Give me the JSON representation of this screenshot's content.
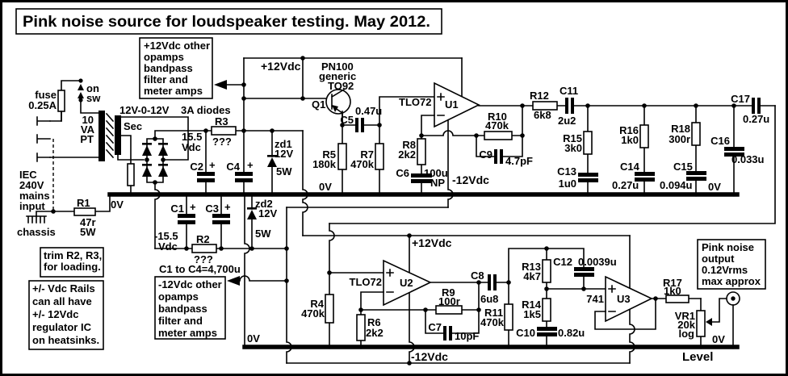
{
  "title": "Pink noise source for loudspeaker testing. May 2012.",
  "plus_mark": "+",
  "boxes": {
    "supply_pos": [
      "+12Vdc other",
      "opamps",
      "bandpass",
      "filter and",
      "meter amps"
    ],
    "supply_neg": [
      "-12Vdc other",
      "opamps",
      "bandpass",
      "filter and",
      "meter amps"
    ],
    "trim": [
      "trim R2, R3,",
      "for loading."
    ],
    "rails_note": [
      "+/- Vdc Rails",
      "can all have",
      "+/- 12Vdc",
      "regulator IC",
      "on heatsinks."
    ],
    "output_note": [
      "Pink noise",
      "output",
      "0.12Vrms",
      "max approx"
    ]
  },
  "power": {
    "fuse": "fuse",
    "fuse_rating": "0.25A",
    "sw_on": "on",
    "sw": "sw",
    "tx": [
      "10",
      "VA",
      "PT"
    ],
    "sec": "Sec",
    "winding": "12V-0-12V",
    "diodes": "3A diodes",
    "v_pos": [
      "15.5",
      "Vdc"
    ],
    "v_neg": [
      "-15.5",
      "Vdc"
    ],
    "iec": [
      "IEC",
      "240V",
      "mains",
      "input"
    ],
    "chassis": "chassis",
    "cap_note": "C1 to C4=4,700u"
  },
  "nets": {
    "p12_top": "+12Vdc",
    "p12_bot": "+12Vdc",
    "n12_u1": "-12Vdc",
    "n12_bot": "-12Vdc",
    "ov_left": "0V",
    "ov_mid": "0V",
    "ov_right": "0V",
    "ov_bot_left": "0V",
    "ov_bot_right": "0V",
    "level": "Level"
  },
  "components": {
    "r1": {
      "ref": "R1",
      "val": "47r",
      "extra": "5W"
    },
    "r2": {
      "ref": "R2",
      "val": "???"
    },
    "r3": {
      "ref": "R3",
      "val": "???"
    },
    "r4": {
      "ref": "R4",
      "val": "470k"
    },
    "r5": {
      "ref": "R5",
      "val": "180k"
    },
    "r6": {
      "ref": "R6",
      "val": "2k2"
    },
    "r7": {
      "ref": "R7",
      "val": "470k"
    },
    "r8": {
      "ref": "R8",
      "val": "2k2"
    },
    "r9": {
      "ref": "R9",
      "val": "100r"
    },
    "r10": {
      "ref": "R10",
      "val": "470k"
    },
    "r11": {
      "ref": "R11",
      "val": "470k"
    },
    "r12": {
      "ref": "R12",
      "val": "6k8"
    },
    "r13": {
      "ref": "R13",
      "val": "4k7"
    },
    "r14": {
      "ref": "R14",
      "val": "1k5"
    },
    "r15": {
      "ref": "R15",
      "val": "3k0"
    },
    "r16": {
      "ref": "R16",
      "val": "1k0"
    },
    "r17": {
      "ref": "R17",
      "val": "1k0"
    },
    "r18": {
      "ref": "R18",
      "val": "300r"
    },
    "c1": {
      "ref": "C1"
    },
    "c2": {
      "ref": "C2"
    },
    "c3": {
      "ref": "C3"
    },
    "c4": {
      "ref": "C4"
    },
    "c5": {
      "ref": "C5",
      "val": "0.47u"
    },
    "c6": {
      "ref": "C6",
      "val": "100u",
      "extra": "NP"
    },
    "c7": {
      "ref": "C7",
      "val": "10pF"
    },
    "c8": {
      "ref": "C8",
      "val": "6u8"
    },
    "c9": {
      "ref": "C9",
      "val": "4.7pF"
    },
    "c10": {
      "ref": "C10",
      "val": "0.82u"
    },
    "c11": {
      "ref": "C11",
      "val": "2u2"
    },
    "c12": {
      "ref": "C12",
      "val": "0.0039u"
    },
    "c13": {
      "ref": "C13",
      "val": "1u0"
    },
    "c14": {
      "ref": "C14",
      "val": "0.27u"
    },
    "c15": {
      "ref": "C15",
      "val": "0.094u"
    },
    "c16": {
      "ref": "C16",
      "val": "0.033u"
    },
    "c17": {
      "ref": "C17",
      "val": "0.27u"
    },
    "zd1": {
      "ref": "zd1",
      "val": "12V",
      "extra": "5W"
    },
    "zd2": {
      "ref": "zd2",
      "val": "12V",
      "extra": "5W"
    },
    "q1": {
      "ref": "Q1",
      "part": "PN100",
      "part2": "generic",
      "pkg": "TO92"
    },
    "u1": {
      "ref": "U1",
      "part": "TLO72"
    },
    "u2": {
      "ref": "U2",
      "part": "TLO72"
    },
    "u3": {
      "ref": "U3",
      "part": "741"
    },
    "vr1": {
      "ref": "VR1",
      "val": "20k",
      "extra": "log"
    }
  }
}
